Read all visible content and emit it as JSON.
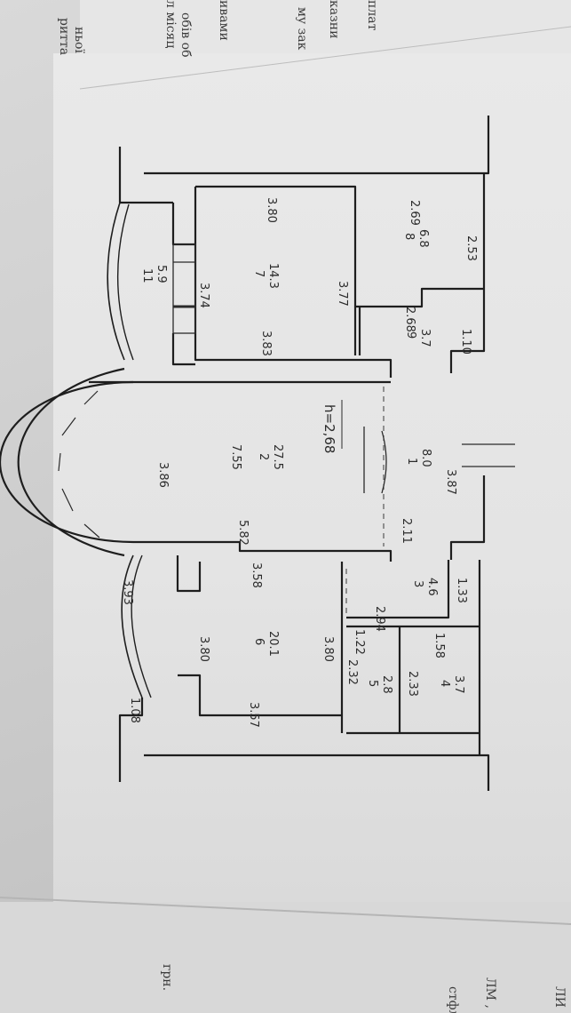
{
  "plan": {
    "height_label": "h=2,68",
    "rooms": [
      {
        "id": "1",
        "number": "1",
        "area": "8.0"
      },
      {
        "id": "2",
        "number": "2",
        "area": "27.5"
      },
      {
        "id": "3",
        "number": "3",
        "area": "4.6"
      },
      {
        "id": "4",
        "number": "4",
        "area": "3.7"
      },
      {
        "id": "5",
        "number": "5",
        "area": "2.8"
      },
      {
        "id": "6",
        "number": "6",
        "area": "20.1"
      },
      {
        "id": "7",
        "number": "7",
        "area": "14.3"
      },
      {
        "id": "8",
        "number": "8",
        "area": "6.8"
      },
      {
        "id": "9",
        "number": "9",
        "area": "3.7"
      },
      {
        "id": "11",
        "number": "11",
        "area": "5.9"
      }
    ],
    "dimensions": [
      "3.80",
      "2.69",
      "3.74",
      "3.77",
      "3.83",
      "2.53",
      "1.10",
      "2.68",
      "3.86",
      "7.55",
      "5.82",
      "3.87",
      "2.11",
      "3.58",
      "3.93",
      "3.80",
      "3.80",
      "1.33",
      "2.94",
      "1.22",
      "2.32",
      "2.33",
      "1.58",
      "3.57",
      "1.08"
    ]
  },
  "margin": {
    "top_fragments": [
      "плат",
      "казни",
      "му зак",
      "ивами",
      "обів об",
      "л місяц",
      "ритта",
      "ньої"
    ],
    "bottom_fragments": [
      "грн.",
      "ЛМ ,",
      "стфлю",
      "ЛИ"
    ]
  }
}
